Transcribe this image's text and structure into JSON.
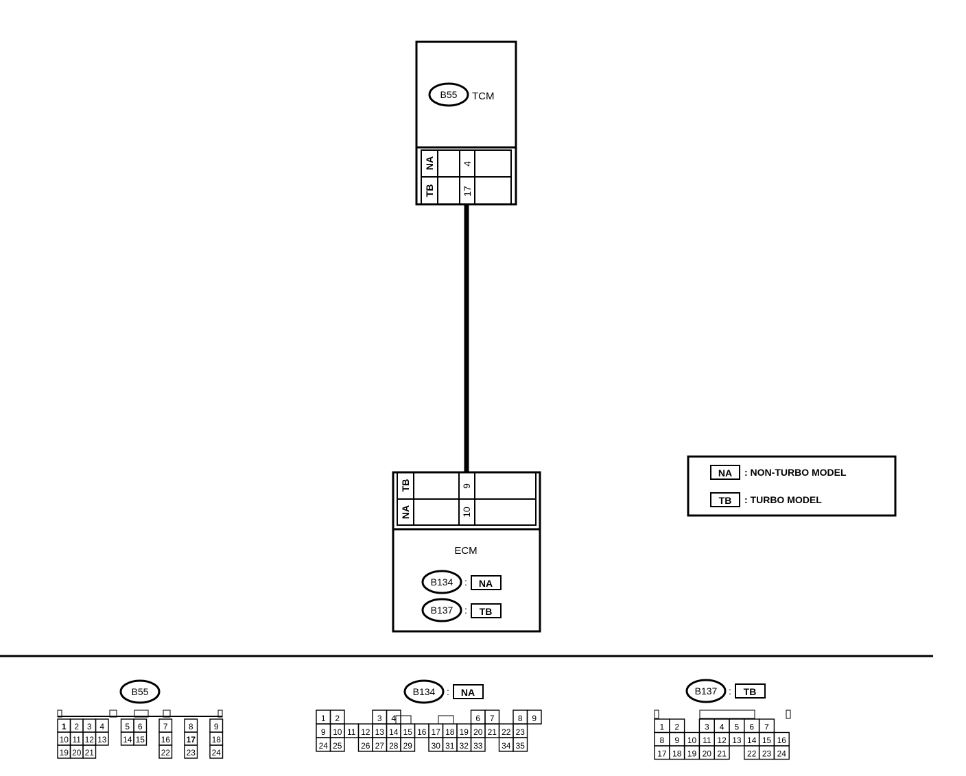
{
  "tcm": {
    "title": "TCM",
    "connector": "B55",
    "terminals": [
      {
        "model": "NA",
        "pin": "4"
      },
      {
        "model": "TB",
        "pin": "17"
      }
    ]
  },
  "ecm": {
    "title": "ECM",
    "terminals": [
      {
        "model": "TB",
        "pin": "9"
      },
      {
        "model": "NA",
        "pin": "10"
      }
    ],
    "connectors": [
      {
        "id": "B134",
        "model": "NA"
      },
      {
        "id": "B137",
        "model": "TB"
      }
    ]
  },
  "legend": [
    {
      "code": "NA",
      "text": ": NON-TURBO MODEL"
    },
    {
      "code": "TB",
      "text": ": TURBO MODEL"
    }
  ],
  "separator_colon": ":",
  "connector_views": {
    "b55": {
      "id": "B55",
      "rows": [
        [
          "1",
          "2",
          "3",
          "4",
          "",
          "5",
          "6",
          "",
          "7",
          "",
          "8",
          "",
          "9"
        ],
        [
          "10",
          "11",
          "12",
          "13",
          "",
          "14",
          "15",
          "",
          "16",
          "",
          "17",
          "",
          "18"
        ],
        [
          "19",
          "20",
          "21",
          "",
          "",
          "",
          "",
          "",
          "22",
          "",
          "23",
          "",
          "24"
        ]
      ],
      "bold": [
        "1",
        "17"
      ]
    },
    "b134": {
      "id": "B134",
      "model": "NA",
      "rows": [
        [
          "1",
          "2",
          "",
          "",
          "3",
          "4",
          "",
          "",
          "",
          "",
          "",
          "6",
          "7",
          "",
          "8",
          "9"
        ],
        [
          "9",
          "10",
          "11",
          "12",
          "13",
          "14",
          "15",
          "16",
          "17",
          "18",
          "19",
          "20",
          "21",
          "22",
          "23"
        ],
        [
          "24",
          "25",
          "",
          "26",
          "27",
          "28",
          "29",
          "",
          "30",
          "31",
          "32",
          "33",
          "",
          "34",
          "35"
        ]
      ]
    },
    "b137": {
      "id": "B137",
      "model": "TB",
      "rows": [
        [
          "1",
          "2",
          "",
          "3",
          "4",
          "5",
          "6",
          "7"
        ],
        [
          "8",
          "9",
          "10",
          "11",
          "12",
          "13",
          "14",
          "15",
          "16"
        ],
        [
          "17",
          "18",
          "19",
          "20",
          "21",
          "",
          "22",
          "23",
          "24"
        ]
      ]
    }
  }
}
